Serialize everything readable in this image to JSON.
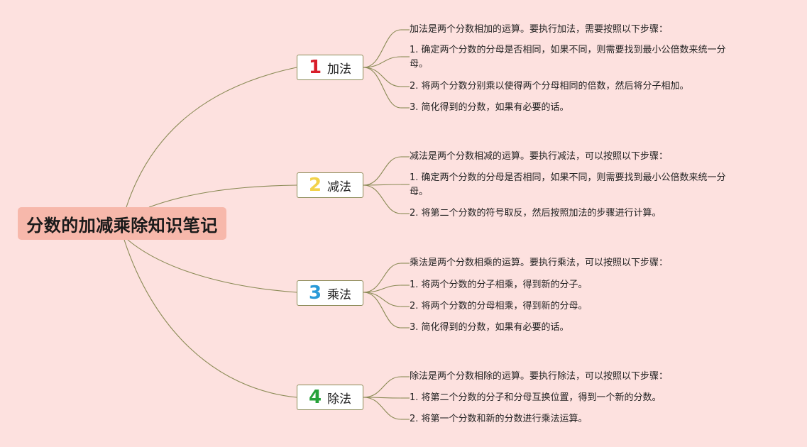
{
  "root": {
    "title": "分数的加减乘除知识笔记"
  },
  "colors": {
    "background": "#fde1df",
    "root_fill": "#f7b8ab",
    "connector": "#8a8a55",
    "num1": "#d81e2a",
    "num2": "#f2d24a",
    "num3": "#2a9ad8",
    "num4": "#27a23a"
  },
  "branches": [
    {
      "number": "1",
      "label": "加法",
      "notes": [
        "加法是两个分数相加的运算。要执行加法，需要按照以下步骤：",
        "1. 确定两个分数的分母是否相同，如果不同，则需要找到最小公倍数来统一分",
        "母。",
        "2. 将两个分数分别乘以使得两个分母相同的倍数，然后将分子相加。",
        "3. 简化得到的分数，如果有必要的话。"
      ]
    },
    {
      "number": "2",
      "label": "减法",
      "notes": [
        "减法是两个分数相减的运算。要执行减法，可以按照以下步骤：",
        "1. 确定两个分数的分母是否相同，如果不同，则需要找到最小公倍数来统一分",
        "母。",
        "2. 将第二个分数的符号取反，然后按照加法的步骤进行计算。"
      ]
    },
    {
      "number": "3",
      "label": "乘法",
      "notes": [
        "乘法是两个分数相乘的运算。要执行乘法，可以按照以下步骤：",
        "1. 将两个分数的分子相乘，得到新的分子。",
        "2. 将两个分数的分母相乘，得到新的分母。",
        "3. 简化得到的分数，如果有必要的话。"
      ]
    },
    {
      "number": "4",
      "label": "除法",
      "notes": [
        "除法是两个分数相除的运算。要执行除法，可以按照以下步骤：",
        "1. 将第二个分数的分子和分母互换位置，得到一个新的分数。",
        "2. 将第一个分数和新的分数进行乘法运算。"
      ]
    }
  ]
}
